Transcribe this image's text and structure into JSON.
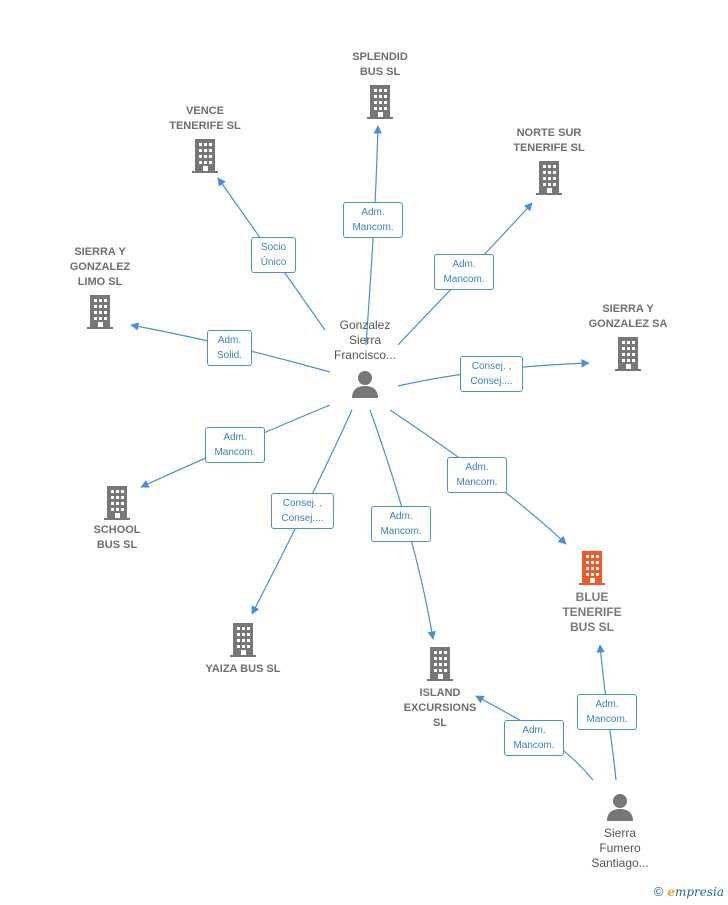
{
  "companies": {
    "splendid": {
      "label": "SPLENDID\nBUS SL"
    },
    "vence": {
      "label": "VENCE\nTENERIFE SL"
    },
    "norte": {
      "label": "NORTE SUR\nTENERIFE  SL"
    },
    "limo": {
      "label": "SIERRA Y\nGONZALEZ\nLIMO  SL"
    },
    "sierra_sa": {
      "label": "SIERRA Y\nGONZALEZ SA"
    },
    "school": {
      "label": "SCHOOL\nBUS  SL"
    },
    "yaiza": {
      "label": "YAIZA BUS SL"
    },
    "island": {
      "label": "ISLAND\nEXCURSIONS\nSL"
    },
    "blue": {
      "label": "BLUE\nTENERIFE\nBUS  SL"
    }
  },
  "persons": {
    "gonzalez": {
      "label": "Gonzalez\nSierra\nFrancisco..."
    },
    "fumero": {
      "label": "Sierra\nFumero\nSantiago..."
    }
  },
  "edges": {
    "e_splendid": "Adm.\nMancom.",
    "e_vence": "Socio\nÚnico",
    "e_norte": "Adm.\nMancom.",
    "e_limo": "Adm.\nSolid.",
    "e_sierra_sa": "Consej. ,\nConsej....",
    "e_school": "Adm.\nMancom.",
    "e_yaiza": "Consej. ,\nConsej....",
    "e_island": "Adm.\nMancom.",
    "e_blue": "Adm.\nMancom.",
    "e_f_island": "Adm.\nMancom.",
    "e_f_blue": "Adm.\nMancom."
  },
  "colors": {
    "edge": "#4a8fd6",
    "building": "#777777",
    "highlight_building": "#f05a28",
    "person": "#777777"
  },
  "icons": {
    "company": "building-icon",
    "person": "person-icon"
  },
  "footer": {
    "copyright": "©",
    "brand_e": "e",
    "brand_rest": "mpresia"
  }
}
